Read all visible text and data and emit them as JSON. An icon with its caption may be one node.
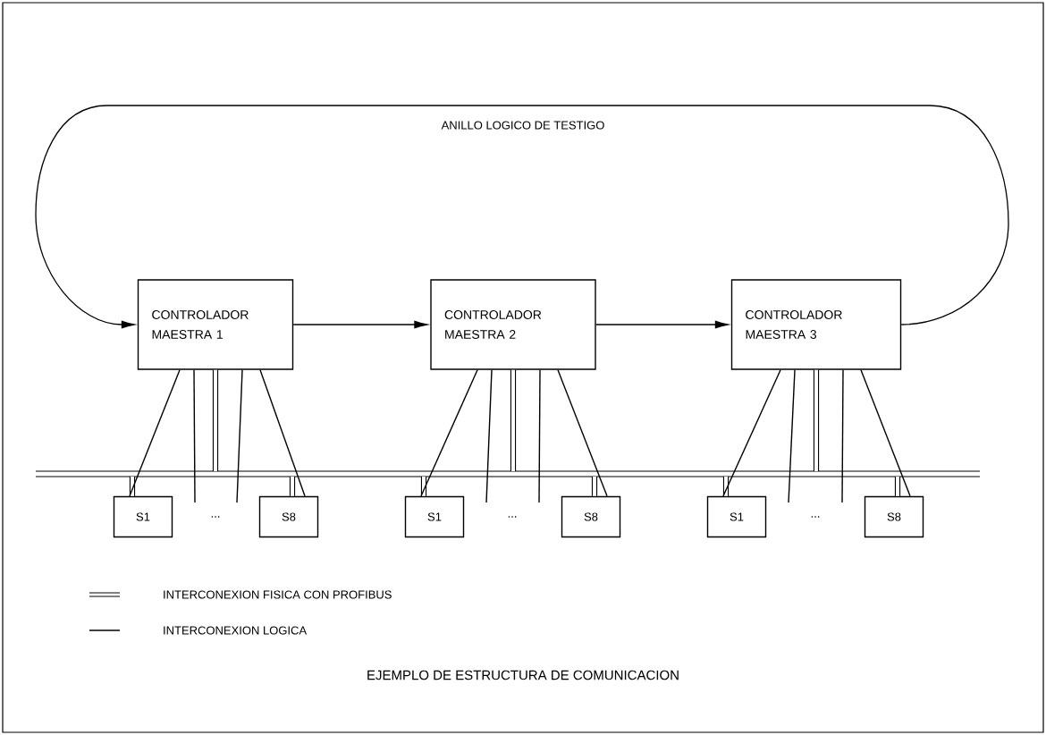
{
  "diagram": {
    "caption": "EJEMPLO DE ESTRUCTURA DE COMUNICACION",
    "nodes": [
      {
        "text": [
          "CONTROLADOR MAESTRA 1"
        ]
      },
      {
        "text": [
          "CONTROLADOR MAESTRA 2"
        ]
      },
      {
        "text": [
          "CONTROLADOR MAESTRA 3"
        ]
      },
      {
        "text": [
          "S1"
        ]
      },
      {
        "text": [
          "S8"
        ]
      },
      {
        "text": [
          "S1"
        ]
      },
      {
        "text": [
          "S8"
        ]
      },
      {
        "text": [
          "S1"
        ]
      },
      {
        "text": [
          "S8"
        ]
      },
      {
        "text": [],
        "shape": "bar"
      }
    ],
    "edges": [
      {
        "from": 0,
        "to": 1,
        "arrow": "to"
      },
      {
        "from": 1,
        "to": 2,
        "arrow": "to"
      },
      {
        "from": 2,
        "to": 0,
        "arrow": "to",
        "label": "ANILLO LOGICO DE TESTIGO"
      },
      {
        "from": 0,
        "to": 9,
        "arrow": "none",
        "style": "thick"
      },
      {
        "from": 9,
        "to": 3,
        "arrow": "none",
        "style": "thick"
      },
      {
        "from": 9,
        "to": 4,
        "arrow": "none",
        "style": "thick"
      },
      {
        "from": 0,
        "to": 3,
        "arrow": "none"
      },
      {
        "from": 0,
        "to": null,
        "arrow": "none"
      },
      {
        "from": 0,
        "to": null,
        "arrow": "none"
      },
      {
        "from": 0,
        "to": 4,
        "arrow": "none"
      },
      {
        "from": 1,
        "to": 9,
        "arrow": "none",
        "style": "thick"
      },
      {
        "from": 9,
        "to": 5,
        "arrow": "none",
        "style": "thick"
      },
      {
        "from": 9,
        "to": 6,
        "arrow": "none",
        "style": "thick"
      },
      {
        "from": 1,
        "to": 5,
        "arrow": "none"
      },
      {
        "from": 1,
        "to": null,
        "arrow": "none"
      },
      {
        "from": 1,
        "to": null,
        "arrow": "none"
      },
      {
        "from": 1,
        "to": 6,
        "arrow": "none"
      },
      {
        "from": 2,
        "to": 9,
        "arrow": "none",
        "style": "thick"
      },
      {
        "from": 9,
        "to": 7,
        "arrow": "none",
        "style": "thick"
      },
      {
        "from": 9,
        "to": 8,
        "arrow": "none",
        "style": "thick"
      },
      {
        "from": 2,
        "to": 7,
        "arrow": "none"
      },
      {
        "from": 2,
        "to": null,
        "arrow": "none"
      },
      {
        "from": 2,
        "to": null,
        "arrow": "none"
      },
      {
        "from": 2,
        "to": 8,
        "arrow": "none"
      }
    ],
    "labels": [
      "...",
      "...",
      "..."
    ],
    "legend": [
      {
        "text": "INTERCONEXION FISICA CON PROFIBUS"
      },
      {
        "text": "INTERCONEXION LOGICA"
      }
    ]
  }
}
